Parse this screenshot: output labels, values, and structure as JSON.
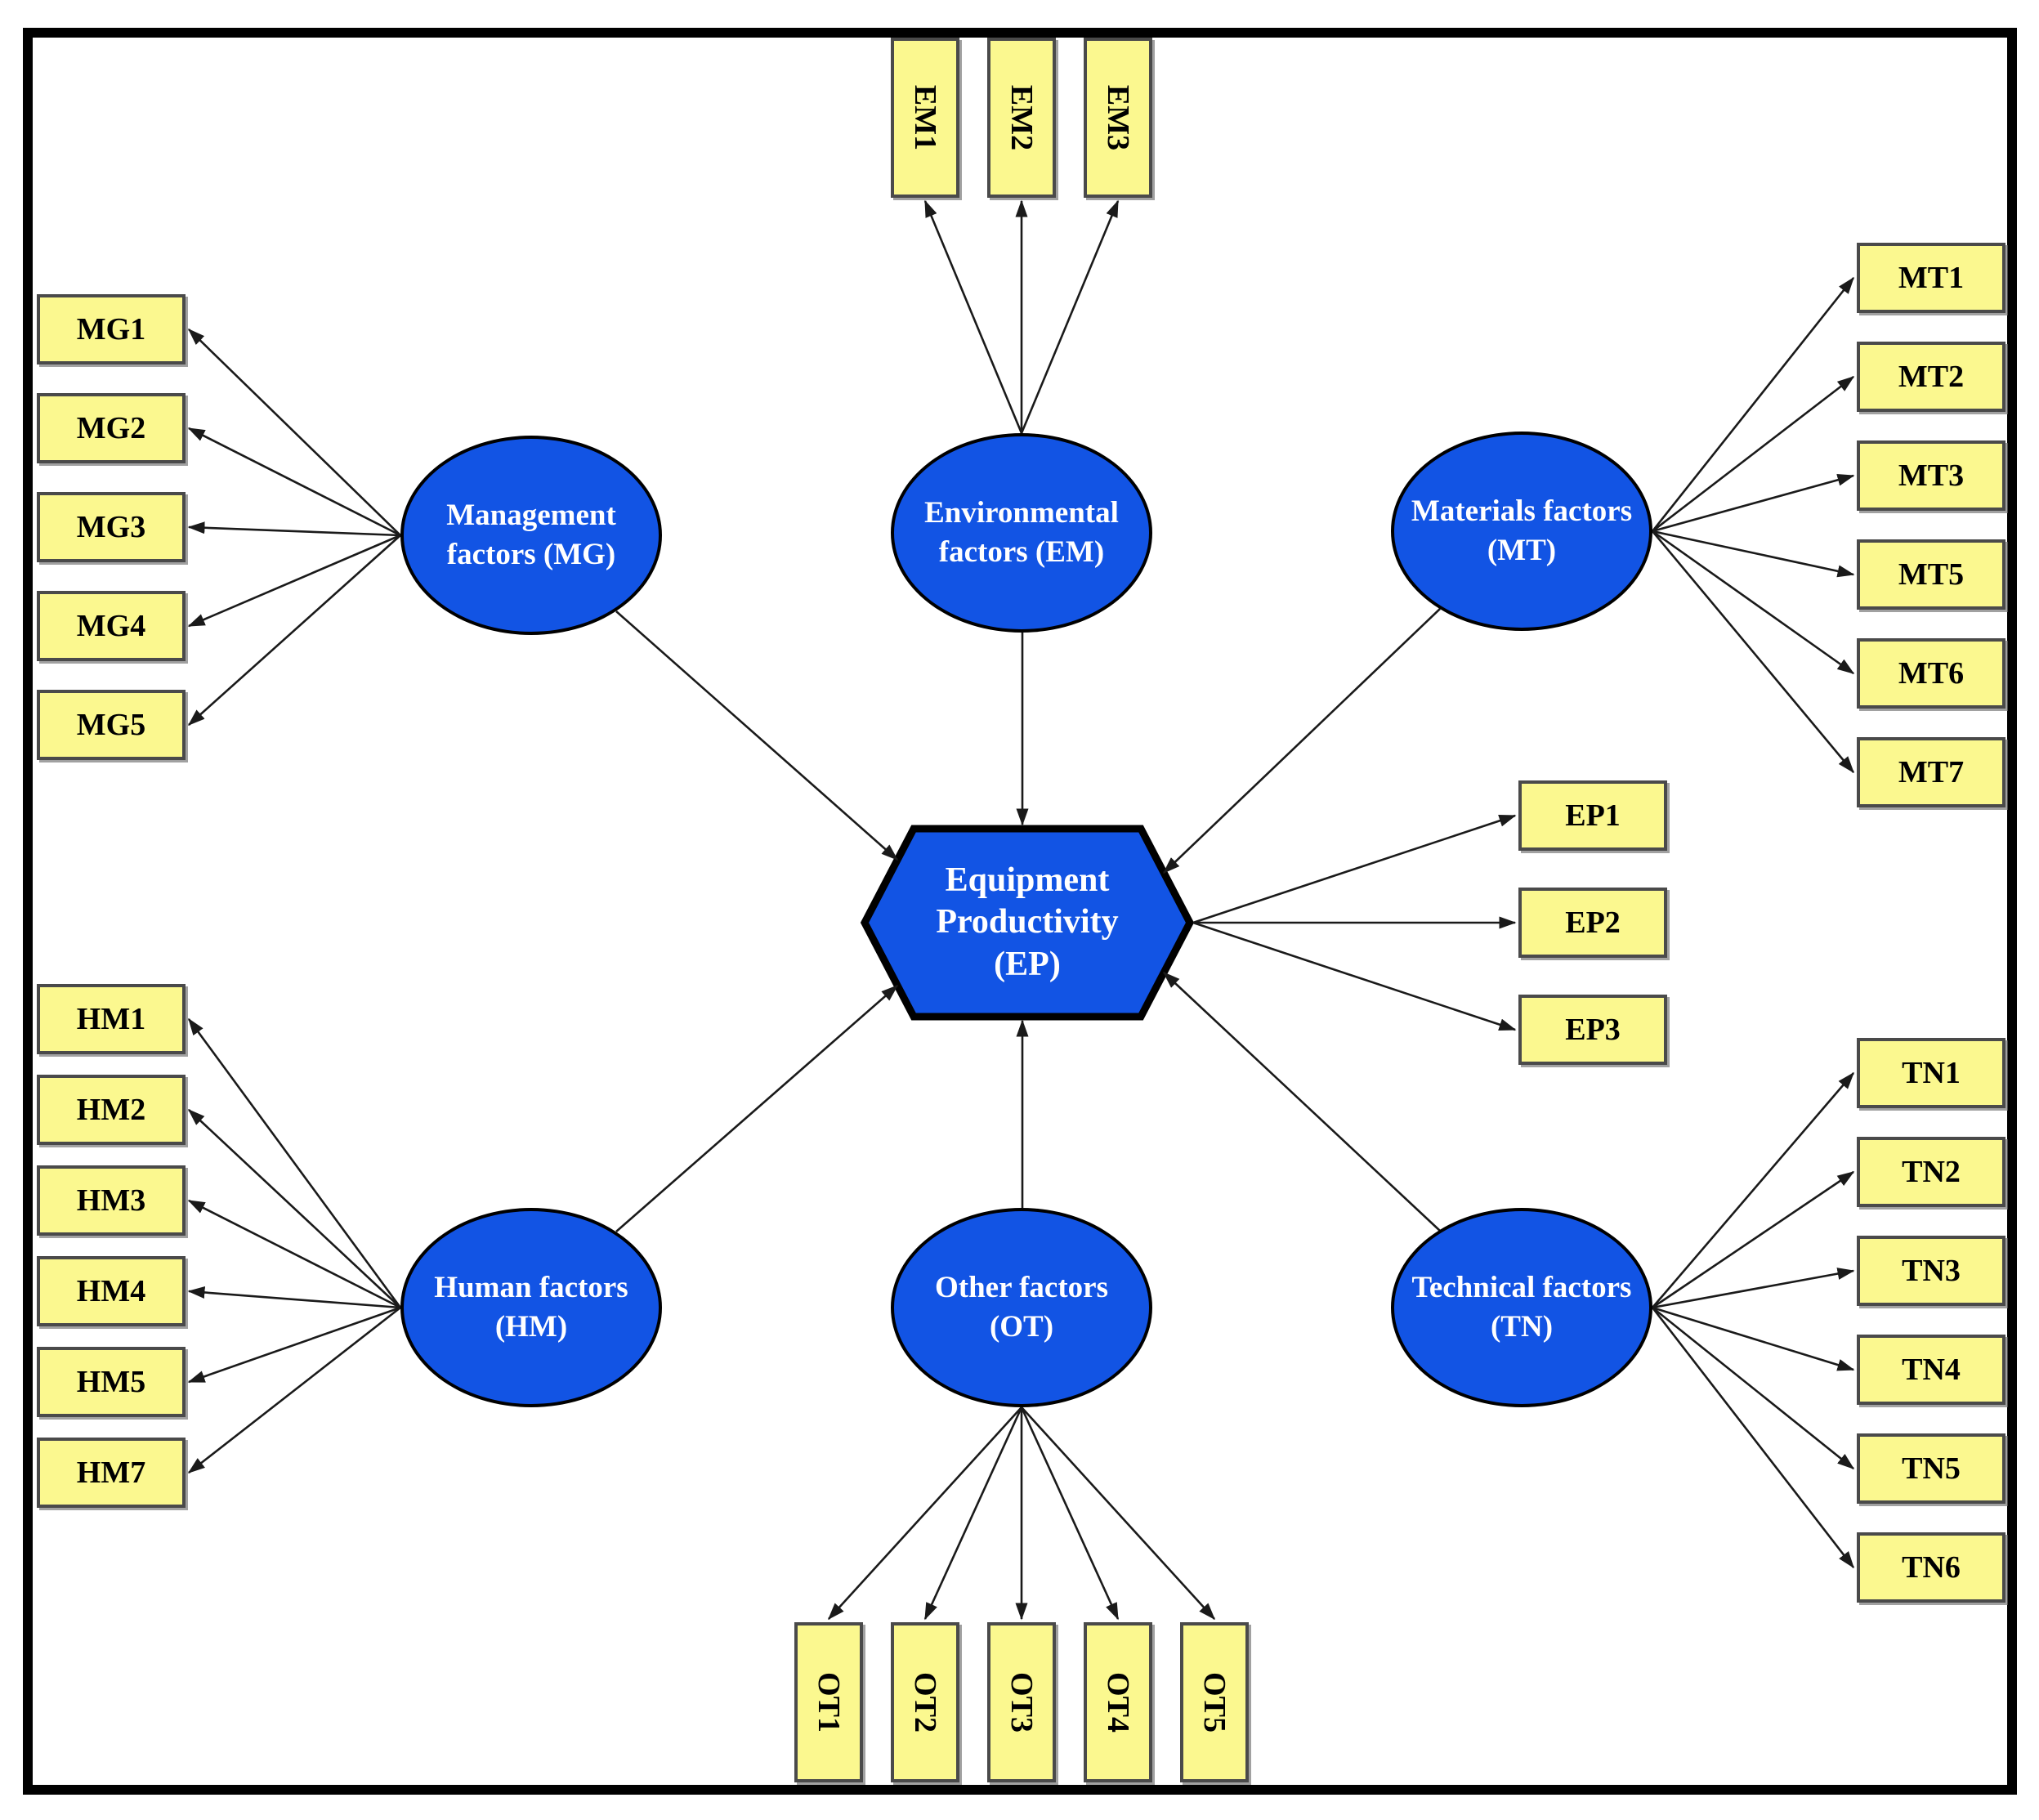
{
  "colors": {
    "node_fill": "#1254E4",
    "box_fill": "#FBF88F",
    "box_border": "#4a4a4a",
    "node_border": "#000000",
    "connector": "#1a1a1a",
    "node_text": "#ffffff",
    "box_text": "#000000"
  },
  "central": {
    "id": "EP",
    "label_lines": [
      "Equipment",
      "Productivity",
      "(EP)"
    ],
    "indicators": [
      "EP1",
      "EP2",
      "EP3"
    ]
  },
  "factors": [
    {
      "id": "MG",
      "label_lines": [
        "Management",
        "factors (MG)"
      ],
      "indicators": [
        "MG1",
        "MG2",
        "MG3",
        "MG4",
        "MG5"
      ]
    },
    {
      "id": "EM",
      "label_lines": [
        "Environmental",
        "factors (EM)"
      ],
      "indicators": [
        "EM1",
        "EM2",
        "EM3"
      ]
    },
    {
      "id": "MT",
      "label_lines": [
        "Materials factors",
        "(MT)"
      ],
      "indicators": [
        "MT1",
        "MT2",
        "MT3",
        "MT5",
        "MT6",
        "MT7"
      ]
    },
    {
      "id": "HM",
      "label_lines": [
        "Human factors",
        "(HM)"
      ],
      "indicators": [
        "HM1",
        "HM2",
        "HM3",
        "HM4",
        "HM5",
        "HM7"
      ]
    },
    {
      "id": "OT",
      "label_lines": [
        "Other factors",
        "(OT)"
      ],
      "indicators": [
        "OT1",
        "OT2",
        "OT3",
        "OT4",
        "OT5"
      ]
    },
    {
      "id": "TN",
      "label_lines": [
        "Technical factors",
        "(TN)"
      ],
      "indicators": [
        "TN1",
        "TN2",
        "TN3",
        "TN4",
        "TN5",
        "TN6"
      ]
    }
  ]
}
